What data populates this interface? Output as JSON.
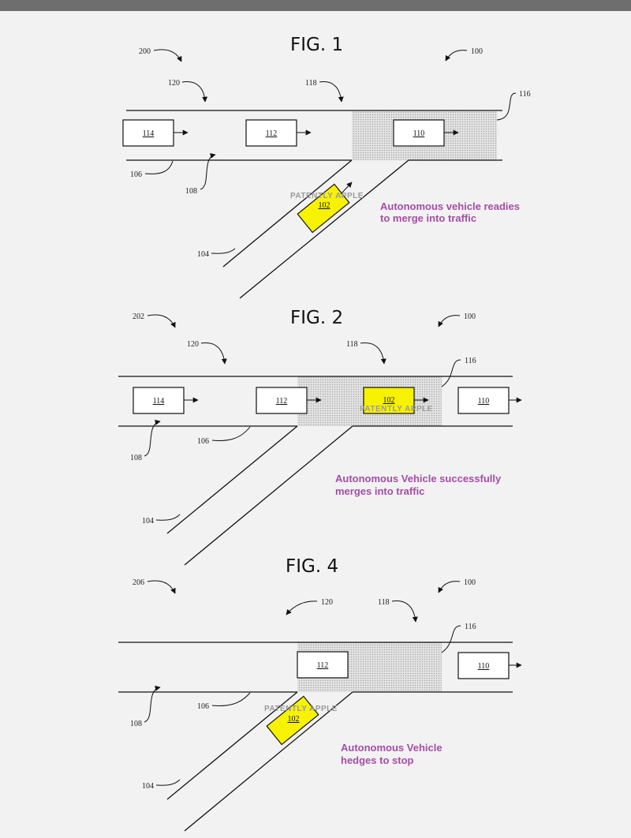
{
  "figures": [
    {
      "title": "FIG. 1",
      "refs": {
        "figure": "200",
        "system": "100",
        "lane_a": "120",
        "lane_b": "118",
        "region_edge": "116",
        "road_edge": "106",
        "road_mid": "108",
        "ramp": "104"
      },
      "vehicles": {
        "v114": "114",
        "v112": "112",
        "v110": "110",
        "v102": "102"
      },
      "caption": [
        "Autonomous vehicle readies",
        "to merge into traffic"
      ],
      "watermark": "PATENTLY APPLE"
    },
    {
      "title": "FIG. 2",
      "refs": {
        "figure": "202",
        "system": "100",
        "lane_a": "120",
        "lane_b": "118",
        "region_edge": "116",
        "road_edge": "106",
        "road_mid": "108",
        "ramp": "104"
      },
      "vehicles": {
        "v114": "114",
        "v112": "112",
        "v110": "110",
        "v102": "102"
      },
      "caption": [
        "Autonomous Vehicle successfully",
        "merges into traffic"
      ],
      "watermark": "PATENTLY APPLE"
    },
    {
      "title": "FIG. 4",
      "refs": {
        "figure": "206",
        "system": "100",
        "lane_a": "120",
        "lane_b": "118",
        "region_edge": "116",
        "road_edge": "106",
        "road_mid": "108",
        "ramp": "104"
      },
      "vehicles": {
        "v112": "112",
        "v110": "110",
        "v102": "102"
      },
      "caption": [
        "Autonomous Vehicle",
        "hedges to stop"
      ],
      "watermark": "PATENTLY APPLE"
    }
  ],
  "colors": {
    "caption": "#a64ca6",
    "autonomous_vehicle": "#f7f200",
    "merge_region": "#d3d3d3"
  }
}
